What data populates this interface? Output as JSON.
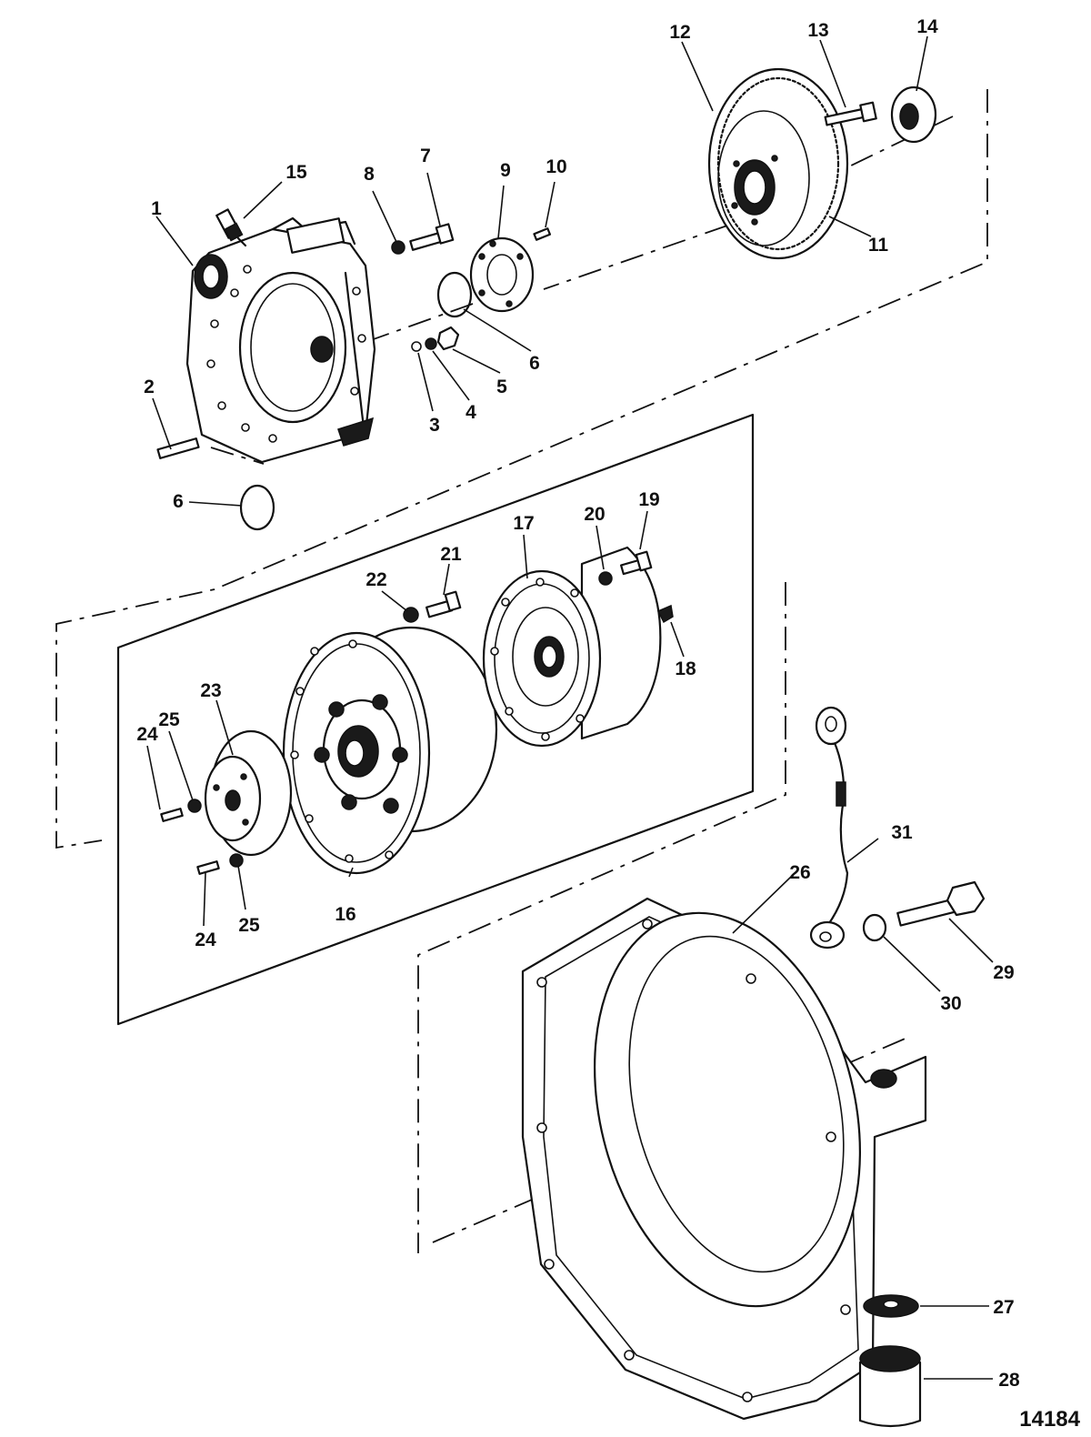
{
  "figure_id": "14184",
  "callouts": {
    "c1": "1",
    "c2": "2",
    "c3": "3",
    "c4": "4",
    "c5": "5",
    "c6a": "6",
    "c6b": "6",
    "c7": "7",
    "c8": "8",
    "c9": "9",
    "c10": "10",
    "c11": "11",
    "c12": "12",
    "c13": "13",
    "c14": "14",
    "c15": "15",
    "c16": "16",
    "c17": "17",
    "c18": "18",
    "c19": "19",
    "c20": "20",
    "c21": "21",
    "c22": "22",
    "c23": "23",
    "c24a": "24",
    "c24b": "24",
    "c25a": "25",
    "c25b": "25",
    "c26": "26",
    "c27": "27",
    "c28": "28",
    "c29": "29",
    "c30": "30",
    "c31": "31"
  }
}
